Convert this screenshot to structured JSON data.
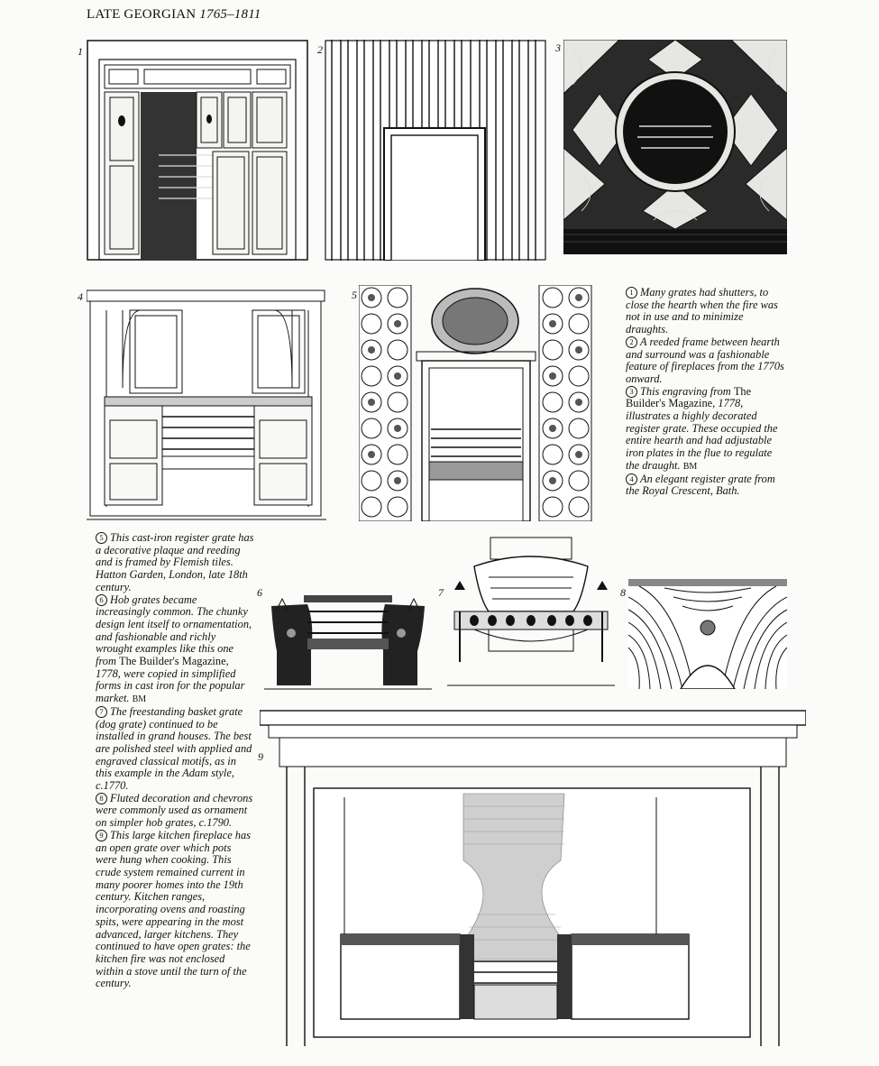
{
  "header": {
    "period": "LATE GEORGIAN",
    "dates": "1765–1811"
  },
  "figure_numbers": [
    "1",
    "2",
    "3",
    "4",
    "5",
    "6",
    "7",
    "8",
    "9"
  ],
  "captions_right": [
    {
      "num": "1",
      "text": "Many grates had shutters, to close the hearth when the fire was not in use and to minimize draughts."
    },
    {
      "num": "2",
      "text": "A reeded frame between hearth and surround was a fashionable feature of fireplaces from the 1770s onward."
    },
    {
      "num": "3",
      "text_before": "This engraving from ",
      "title": "The Builder's Magazine",
      "text_after": ", 1778, illustrates a highly decorated register grate. These occupied the entire hearth and had adjustable iron plates in the flue to regulate the draught.",
      "credit": "BM"
    },
    {
      "num": "4",
      "text": "An elegant register grate from the Royal Crescent, Bath."
    }
  ],
  "captions_left": [
    {
      "num": "5",
      "text": "This cast-iron register grate has a decorative plaque and reeding and is framed by Flemish tiles. Hatton Garden, London, late 18th century."
    },
    {
      "num": "6",
      "text_before": "Hob grates became increasingly common. The chunky design lent itself to ornamentation, and fashionable and richly wrought examples like this one from ",
      "title": "The Builder's Magazine",
      "text_after": ", 1778, were copied in simplified forms in cast iron for the popular market.",
      "credit": "BM"
    },
    {
      "num": "7",
      "text": "The freestanding basket grate (dog grate) continued to be installed in grand houses. The best are polished steel with applied and engraved classical motifs, as in this example in the Adam style, c.1770."
    },
    {
      "num": "8",
      "text": "Fluted decoration and chevrons were commonly used as ornament on simpler hob grates, c.1790."
    },
    {
      "num": "9",
      "text": "This large kitchen fireplace has an open grate over which pots were hung when cooking. This crude system remained current in many poorer homes into the 19th century. Kitchen ranges, incorporating ovens and roasting spits, were appearing in the most advanced, larger kitchens. They continued to have open grates: the kitchen fire was not enclosed within a stove until the turn of the century."
    }
  ]
}
